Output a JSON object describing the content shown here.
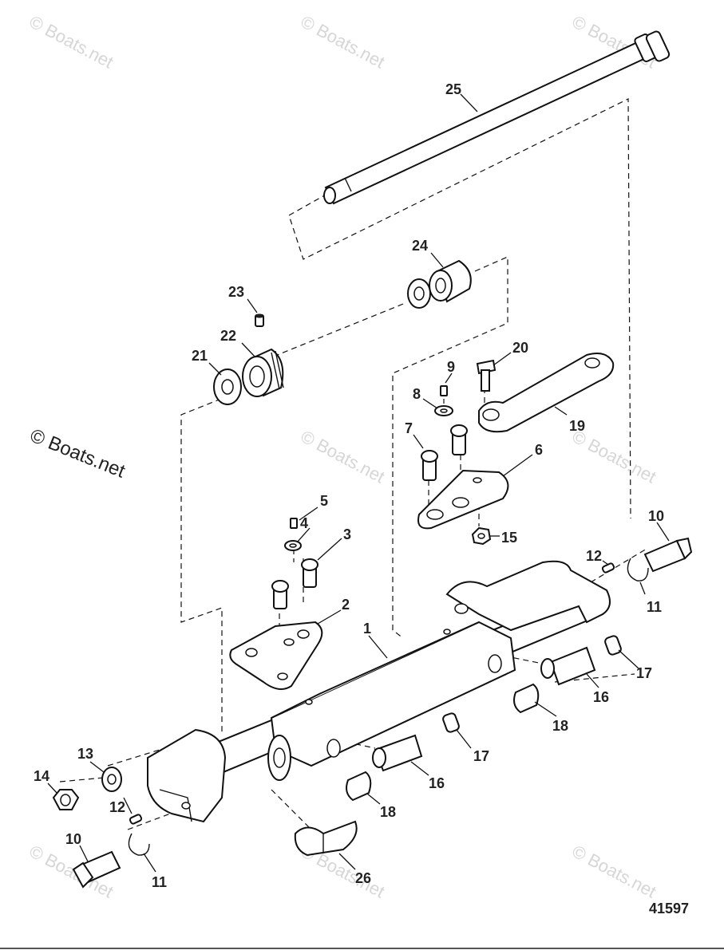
{
  "watermarks": [
    "© Boats.net",
    "© Boats.net",
    "© Boats.net",
    "© Boats.net",
    "© Boats.net",
    "© Boats.net",
    "© Boats.net",
    "© Boats.net",
    "© Boats.net"
  ],
  "watermark_main": "© Boats.net",
  "figure_number": "41597",
  "callouts": [
    "25",
    "24",
    "23",
    "22",
    "21",
    "20",
    "9",
    "8",
    "7",
    "6",
    "19",
    "5",
    "4",
    "3",
    "2",
    "1",
    "10",
    "12",
    "11",
    "17",
    "16",
    "18",
    "13",
    "14",
    "26"
  ]
}
